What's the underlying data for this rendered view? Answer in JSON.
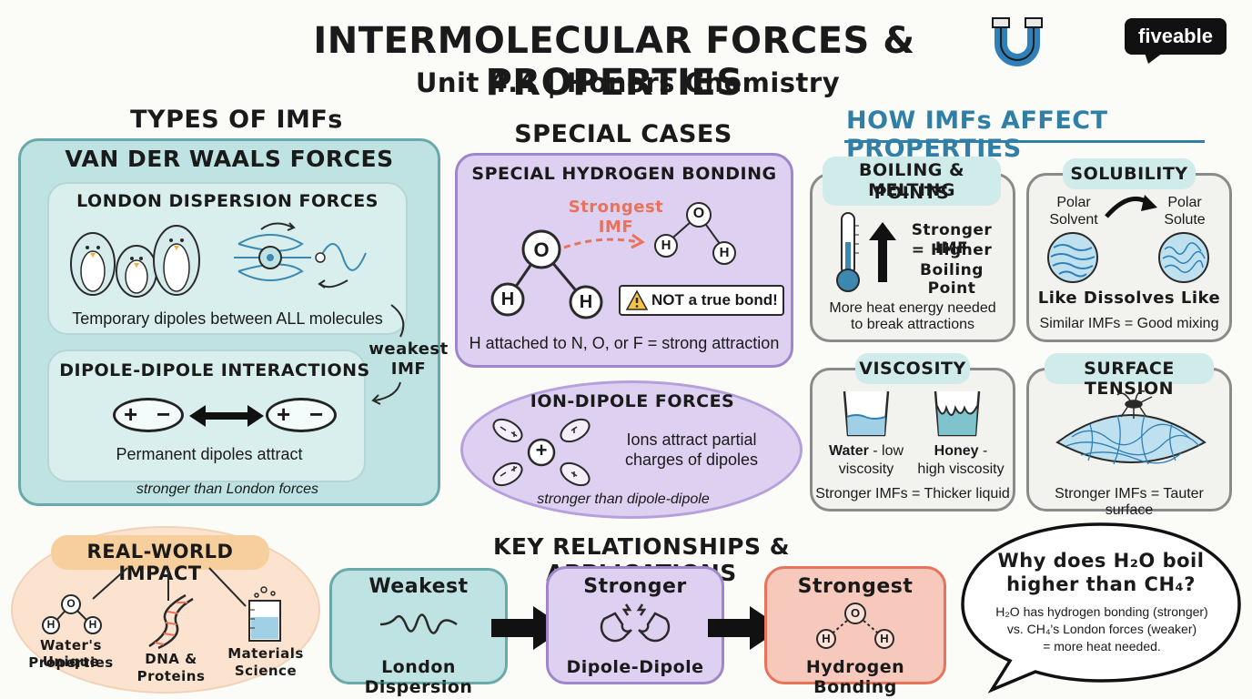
{
  "header": {
    "title": "INTERMOLECULAR FORCES & PROPERTIES",
    "subtitle": "Unit 4.4 | Honors Chemistry",
    "brand": "fiveable"
  },
  "types": {
    "heading": "TYPES OF IMFs",
    "vdw_title": "VAN DER WAALS FORCES",
    "london_title": "LONDON DISPERSION FORCES",
    "london_desc": "Temporary dipoles between ALL molecules",
    "weakest_note_1": "weakest",
    "weakest_note_2": "IMF",
    "dipole_title": "DIPOLE-DIPOLE INTERACTIONS",
    "dipole_desc": "Permanent dipoles attract",
    "dipole_note": "stronger than London forces",
    "plus": "+",
    "minus": "−"
  },
  "special": {
    "heading": "SPECIAL CASES",
    "hbond_title": "SPECIAL HYDROGEN BONDING",
    "strongest_1": "Strongest",
    "strongest_2": "IMF",
    "atom_o": "O",
    "atom_h": "H",
    "warning": "NOT a true bond!",
    "hbond_desc": "H attached to N, O, or F = strong attraction",
    "ion_title": "ION-DIPOLE FORCES",
    "ion_desc_1": "Ions attract partial",
    "ion_desc_2": "charges of dipoles",
    "ion_note": "stronger than dipole-dipole",
    "ion_plus": "+"
  },
  "properties": {
    "heading": "HOW IMFs AFFECT PROPERTIES",
    "boiling_title_1": "BOILING & MELTING",
    "boiling_title_2": "POINTS",
    "boiling_big_1": "Stronger IMF",
    "boiling_big_2": "= Higher",
    "boiling_big_3": "Boiling Point",
    "boiling_desc_1": "More heat energy needed",
    "boiling_desc_2": "to break attractions",
    "solubility_title": "SOLUBILITY",
    "polar_solvent_1": "Polar",
    "polar_solvent_2": "Solvent",
    "polar_solute_1": "Polar",
    "polar_solute_2": "Solute",
    "like_dissolves": "Like Dissolves Like",
    "solubility_desc": "Similar IMFs = Good mixing",
    "viscosity_title": "VISCOSITY",
    "water_bold": "Water",
    "water_rest_1": " - low",
    "water_rest_2": "viscosity",
    "honey_bold": "Honey",
    "honey_rest_1": " -",
    "honey_rest_2": "high viscosity",
    "viscosity_desc": "Stronger IMFs = Thicker liquid",
    "surface_title": "SURFACE TENSION",
    "surface_desc": "Stronger IMFs = Tauter surface"
  },
  "real_world": {
    "heading": "REAL-WORLD IMPACT",
    "item1_1": "Water's Unique",
    "item1_2": "Properties",
    "item2_1": "DNA &",
    "item2_2": "Proteins",
    "item3_1": "Materials",
    "item3_2": "Science"
  },
  "key": {
    "heading": "KEY RELATIONSHIPS & APPLICATIONS",
    "weakest_title": "Weakest",
    "weakest_label": "London Dispersion",
    "stronger_title": "Stronger",
    "stronger_label": "Dipole-Dipole",
    "strongest_title": "Strongest",
    "strongest_label": "Hydrogen Bonding"
  },
  "bubble": {
    "question_1": "Why does H₂O boil",
    "question_2": "higher than CH₄?",
    "answer_1": "H₂O has hydrogen bonding (stronger)",
    "answer_2": "vs. CH₄'s London forces (weaker)",
    "answer_3": "= more heat needed."
  },
  "colors": {
    "teal": "#bfe3e3",
    "purple": "#ddd0f0",
    "salmon": "#f7c9bd",
    "peach": "#fbe3cf",
    "blue_heading": "#2f7fa6",
    "warning_yellow": "#f6c343",
    "strongest_red": "#e8735a"
  },
  "icons": [
    "magnet-icon",
    "penguin-icon",
    "dipole-icon",
    "thermometer-icon",
    "arrow-up-icon",
    "beaker-icon",
    "mosquito-icon",
    "dna-icon",
    "warning-icon",
    "wave-icon"
  ]
}
